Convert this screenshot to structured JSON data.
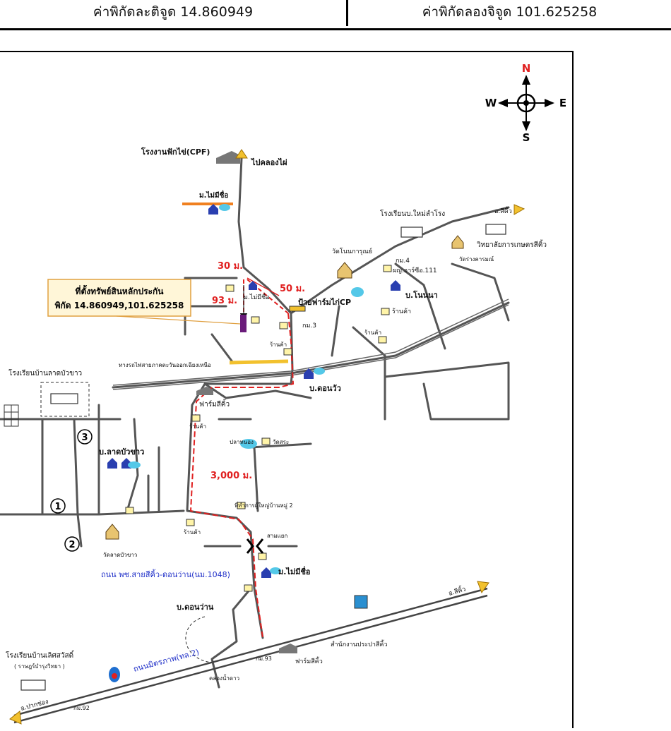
{
  "coordinates": {
    "latitude_label": "ค่าพิกัดละติจูด 14.860949",
    "longitude_label": "ค่าพิกัดลองจิจูด 101.625258"
  },
  "compass": {
    "n": "N",
    "s": "S",
    "e": "E",
    "w": "W"
  },
  "callout": {
    "line1": "ที่ตั้งทรัพย์สินหลักประกัน",
    "line2": "พิกัด 14.860949,101.625258"
  },
  "distances": {
    "d30": "30 ม.",
    "d50": "50 ม.",
    "d93": "93 ม.",
    "d3000": "3,000 ม."
  },
  "labels": {
    "cpf": "โรงงานฟักไข่(CPF)",
    "to_khlongphai": "ไปคลองไผ่",
    "moo_top": "ม.ไม่มีชื่อ",
    "moo_mid": "ม.ไม่มีชื่อ",
    "moo_low": "ม.ไม่มีชื่อ",
    "school_nonglamjong": "โรงเรียนบ.ใหม่ลำโรง",
    "college": "วิทยาลัยการเกษตรสีคิ้ว",
    "wat_nongkarun": "วัดโนนการุณย์",
    "wat_right": "วัดร่างคารมณ์",
    "km4": "กม.4",
    "housing": "ผญ.อาร์ซีอ.111",
    "ban_nonnaa": "บ.โนนนา",
    "cp_sign": "ป้ายฟาร์มไก่CP",
    "km3": "กม.3",
    "shop1": "ร้านค้า",
    "shop2": "ร้านค้า",
    "shop3": "ร้านค้า",
    "shop4": "ร้านค้า",
    "shop5": "ร้านค้า",
    "railway": "ทางรถไฟสายภาคตะวันออกเฉียงเหนือ",
    "ban_donwua": "บ.ดอนวัว",
    "school_latbuakhao": "โรงเรียนบ้านลาดบัวขาว",
    "farm_sikhio": "ฟาร์มสีคิ้ว",
    "pond": "ปลาหนอง",
    "wat_pond": "วัดสระ",
    "ban_latbuakhao": "บ.ลาดบัวขาว",
    "community_hall": "ที่ทำการผู้ใหญ่บ้านหมู่ 2",
    "junction": "สามแยก",
    "wat_latbuakhao": "วัดลาดบัวขาว",
    "rural_road": "ถนน พช.สายสีคิ้ว-ดอนว่าน(นม.1048)",
    "ban_donwan": "บ.ดอนว่าน",
    "to_sikhio_top": "อ.สีคิ้ว",
    "to_sikhio_bottom": "อ.สีคิ้ว",
    "highway": "ถนนมิตรภาพ(ทล.2)",
    "km93": "กม.93",
    "farm_sikhio2": "ฟาร์มสีคิ้ว",
    "water_office": "สำนักงานประปาสีคิ้ว",
    "school_letsawat": "โรงเรียนบ้านเลิศสวัสดิ์",
    "school_letsawat_sub": "( ราษฎร์บำรุงวิทยา )",
    "to_pakchong": "อ.ปากช่อง",
    "km92": "กม.92",
    "canal": "คลองน้ำดาว",
    "num1": "1",
    "num2": "2",
    "num3": "3"
  },
  "colors": {
    "road": "#555555",
    "route": "#e02020",
    "accent_red": "#e02020",
    "blue_text": "#1f2fc8",
    "callout_bg": "#fff6d8",
    "callout_border": "#e0a040",
    "property_marker": "#6a1b7a",
    "orange_road": "#f08020",
    "water": "#54c8e8",
    "arrow_yellow": "#f2c12e"
  }
}
